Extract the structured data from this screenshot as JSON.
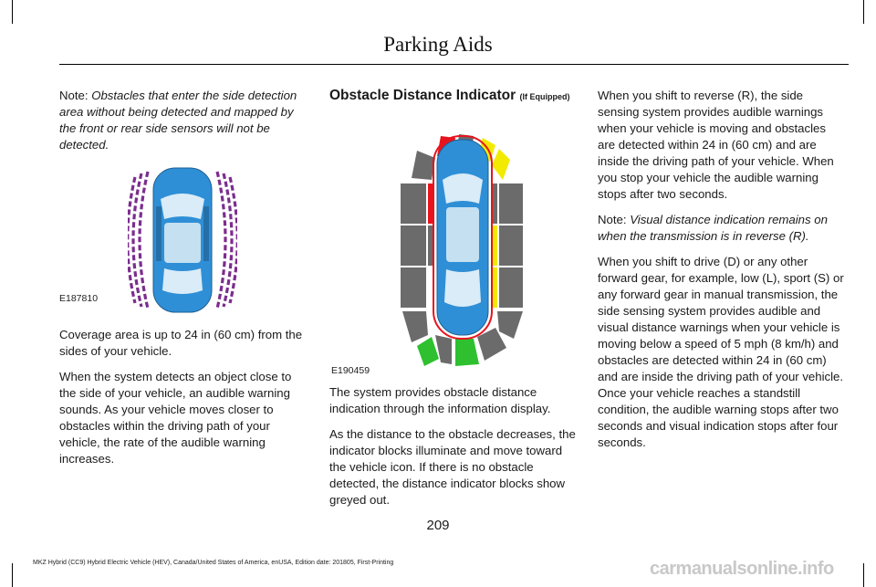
{
  "header": {
    "title": "Parking Aids"
  },
  "col1": {
    "note_label": "Note:",
    "note_text": "Obstacles that enter the side detection area without being detected and mapped by the front or rear side sensors will not be detected.",
    "figure_code": "E187810",
    "p1": "Coverage area is up to 24 in (60 cm) from the sides of your vehicle.",
    "p2": "When the system detects an object close to the side of your vehicle, an audible warning sounds. As your vehicle moves closer to obstacles within the driving path of your vehicle, the rate of the audible warning increases."
  },
  "col2": {
    "heading": "Obstacle Distance Indicator",
    "heading_suffix": "(If Equipped)",
    "figure_code": "E190459",
    "p1": "The system provides obstacle distance indication through the information display.",
    "p2": "As the distance to the obstacle decreases, the indicator blocks illuminate and move toward the vehicle icon. If there is no obstacle detected, the distance indicator blocks show greyed out."
  },
  "col3": {
    "p1": "When you shift to reverse (R), the side sensing system provides audible warnings when your vehicle is moving and obstacles are detected within 24 in (60 cm) and are inside the driving path of your vehicle. When you stop your vehicle the audible warning stops after two seconds.",
    "note_label": "Note:",
    "note_text": "Visual distance indication remains on when the transmission is in reverse (R).",
    "p2": "When you shift to drive (D) or any other forward gear, for example, low (L), sport (S) or any forward gear in manual transmission, the side sensing system provides audible and visual distance warnings when your vehicle is moving below a speed of 5 mph (8 km/h) and obstacles are detected within 24 in (60 cm) and are inside the driving path of your vehicle. Once your vehicle reaches a standstill condition, the audible warning stops after two seconds and visual indication stops after four seconds."
  },
  "footer": {
    "page_number": "209",
    "doc_info": "MKZ Hybrid (CC9) Hybrid Electric Vehicle (HEV), Canada/United States of America, enUSA, Edition date: 201805, First-Printing",
    "watermark": "carmanualsonline.info"
  },
  "colors": {
    "car_body": "#2f8fd6",
    "glass": "#d9ecf7",
    "purple_zone": "#7b2d8e",
    "block_grey": "#6b6b6b",
    "block_red": "#e8141d",
    "block_yellow": "#f2ea00",
    "block_green": "#2ec02e"
  }
}
